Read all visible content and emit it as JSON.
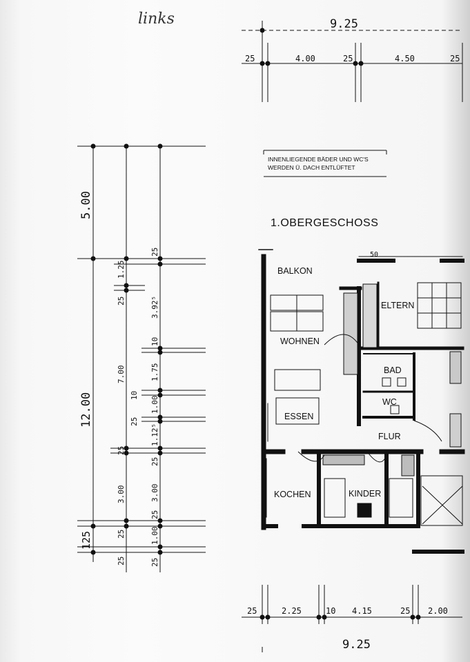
{
  "handwritten_note": "links",
  "note_box": {
    "line1": "INNENLIEGENDE BÄDER UND WC'S",
    "line2": "WERDEN Ü. DACH ENTLÜFTET"
  },
  "floor_title": "1.OBERGESCHOSS",
  "top_dims": {
    "total": "9.25",
    "segments": [
      "25",
      "4.00",
      "25",
      "4.50",
      "25"
    ]
  },
  "bottom_dims": {
    "total": "9.25",
    "segments": [
      "25",
      "2.25",
      "10",
      "4.15",
      "25",
      "2.00"
    ]
  },
  "left_dims": {
    "outer": [
      "5.00",
      "12.00",
      "125"
    ],
    "middle": [
      "1.25",
      "25",
      "7.00",
      "10",
      "25",
      "25",
      "3.00",
      "25",
      "25"
    ],
    "inner": [
      "25",
      "3.92⁵",
      "10",
      "1.75",
      "1.00",
      "1.12⁵",
      "25",
      "3.00",
      "25",
      "1.00",
      "25"
    ]
  },
  "rooms": {
    "balkon": "BALKON",
    "eltern": "ELTERN",
    "wohnen": "WOHNEN",
    "bad": "BAD",
    "wc": "WC",
    "essen": "ESSEN",
    "flur": "FLUR",
    "kochen": "KOCHEN",
    "kinder": "KINDER"
  },
  "marker_50": "50"
}
